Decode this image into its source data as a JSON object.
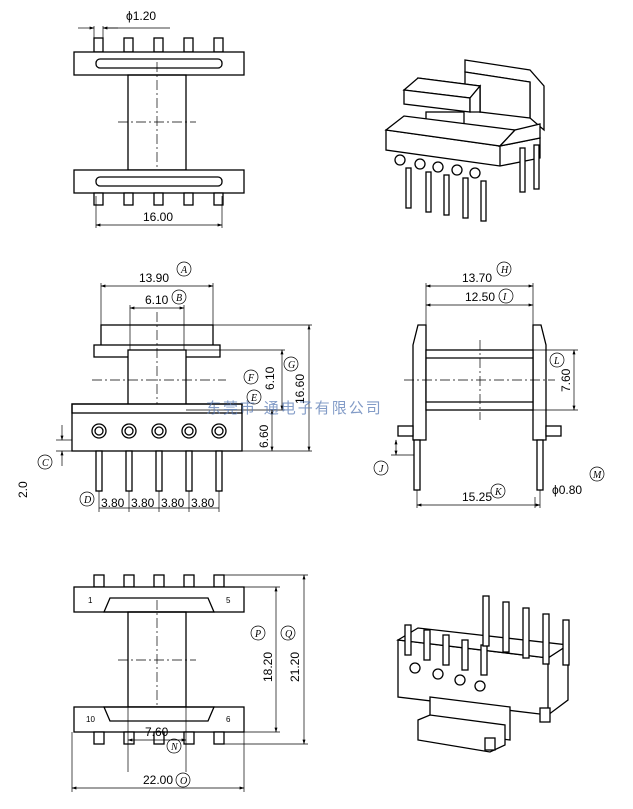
{
  "views": {
    "top": {
      "dims": {
        "pin_dia": "ϕ1.20",
        "width": "16.00"
      }
    },
    "front": {
      "dims": {
        "a": "13.90",
        "b": "6.10",
        "f": "6.10",
        "e": "6.60",
        "g": "16.60",
        "c": "2.0",
        "d1": "3.80",
        "d2": "3.80",
        "d3": "3.80",
        "d4": "3.80"
      },
      "tags": {
        "a": "A",
        "b": "B",
        "c": "C",
        "d": "D",
        "e": "E",
        "f": "F",
        "g": "G"
      }
    },
    "side": {
      "dims": {
        "h": "13.70",
        "i": "12.50",
        "l": "7.60",
        "k": "15.25",
        "m": "ϕ0.80"
      },
      "tags": {
        "h": "H",
        "i": "I",
        "j": "J",
        "k": "K",
        "l": "L",
        "m": "M"
      }
    },
    "bottom": {
      "dims": {
        "p": "18.20",
        "q": "21.20",
        "n": "7.60",
        "o": "22.00"
      },
      "tags": {
        "n": "N",
        "o": "O",
        "p": "P",
        "q": "Q"
      },
      "pin_numbers": {
        "p1": "1",
        "p5": "5",
        "p10": "10",
        "p6": "6"
      }
    }
  },
  "watermark": "东莞市 通电子有限公司"
}
